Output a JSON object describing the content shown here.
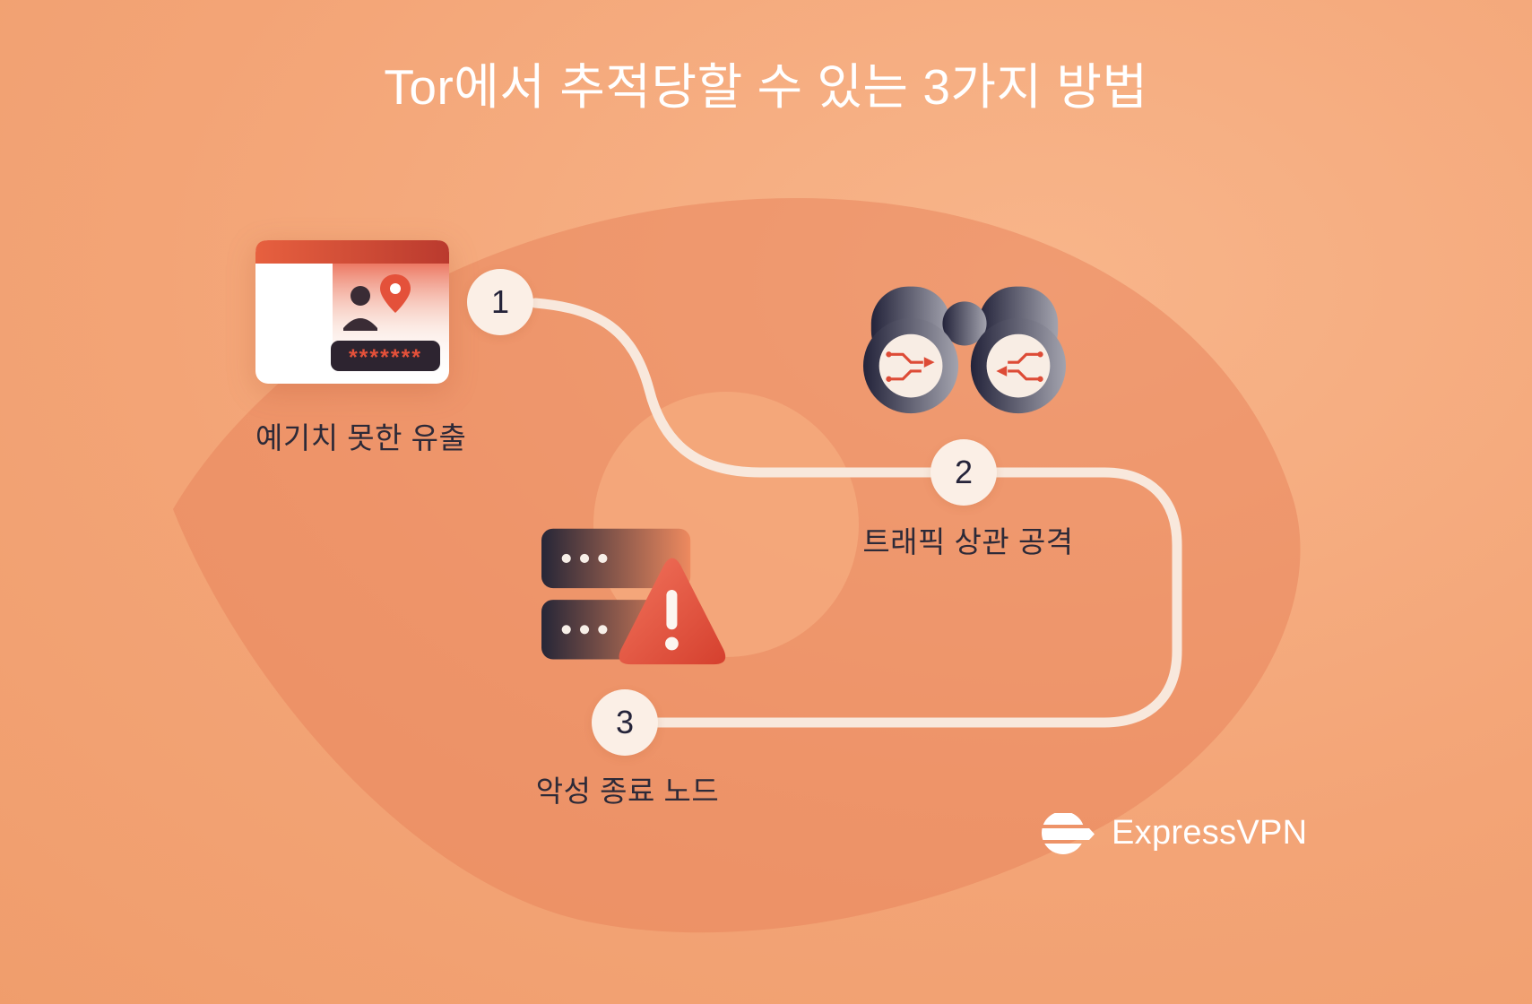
{
  "title": "Tor에서 추적당할 수 있는 3가지 방법",
  "steps": [
    {
      "number": "1",
      "label": "예기치 못한 유출",
      "icon": "browser-window-leak-icon"
    },
    {
      "number": "2",
      "label": "트래픽 상관 공격",
      "icon": "binoculars-surveillance-icon"
    },
    {
      "number": "3",
      "label": "악성 종료 노드",
      "icon": "server-warning-icon"
    }
  ],
  "browser_window": {
    "password_mask": "*******"
  },
  "brand": {
    "name": "ExpressVPN"
  },
  "colors": {
    "background": "#F3A476",
    "eye_shape": "#E8815A",
    "connector_line": "#F8E8DC",
    "badge_fill": "#FBEFE6",
    "accent_red": "#E0503A",
    "dark_text": "#2D2A38",
    "white": "#FFFFFF"
  }
}
